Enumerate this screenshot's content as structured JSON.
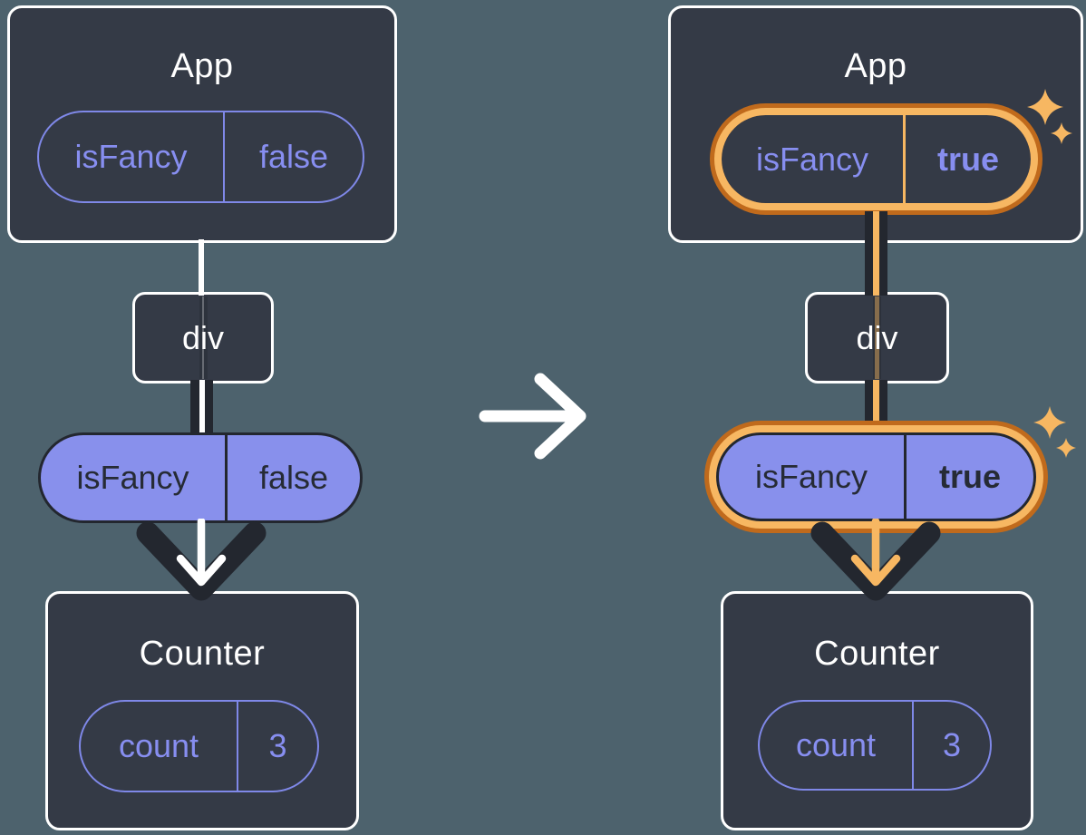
{
  "panels": {
    "before": {
      "app": {
        "title": "App",
        "pill": {
          "name": "isFancy",
          "value": "false"
        }
      },
      "div_node": {
        "label": "div"
      },
      "passed_prop": {
        "name": "isFancy",
        "value": "false"
      },
      "counter": {
        "title": "Counter",
        "pill": {
          "name": "count",
          "value": "3"
        }
      }
    },
    "after": {
      "app": {
        "title": "App",
        "pill": {
          "name": "isFancy",
          "value": "true"
        }
      },
      "div_node": {
        "label": "div"
      },
      "passed_prop": {
        "name": "isFancy",
        "value": "true"
      },
      "counter": {
        "title": "Counter",
        "pill": {
          "name": "count",
          "value": "3"
        }
      }
    }
  },
  "icons": {
    "transition_arrow": "right-arrow",
    "flow_arrow": "down-arrow-through-chevron",
    "sparkles": "four-point-sparkles"
  },
  "colors": {
    "background": "#4d626d",
    "card_fill": "#343a46",
    "card_border": "#ffffff",
    "ink_dark": "#23272f",
    "purple_fill": "#8890ec",
    "purple_stroke": "#7f88e8",
    "purple_text": "#878ef0",
    "highlight_orange_dark": "#c06a1c",
    "highlight_orange_light": "#f7b762",
    "white": "#ffffff"
  }
}
